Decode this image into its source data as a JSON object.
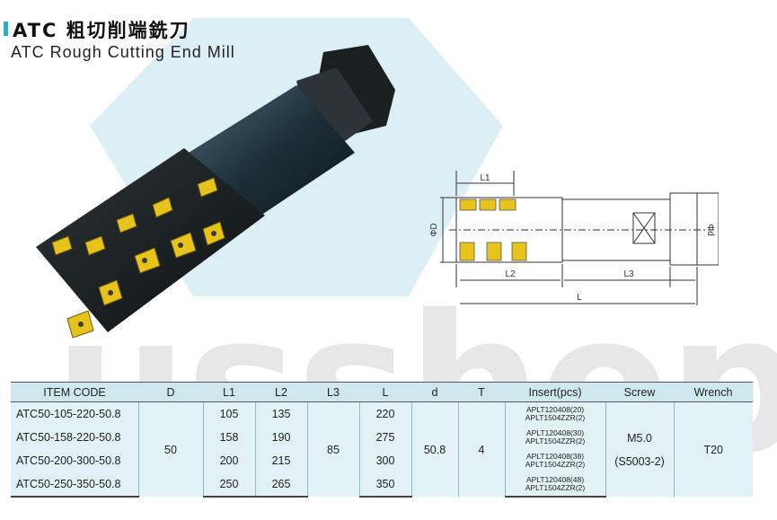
{
  "header": {
    "title_cn": "ATC 粗切削端銑刀",
    "title_en": "ATC Rough Cutting End Mill"
  },
  "watermark": "usshop",
  "diagram": {
    "dims": {
      "L1": "L1",
      "L2": "L2",
      "L3": "L3",
      "L": "L",
      "D": "ΦD",
      "d": "Φd"
    }
  },
  "table": {
    "headers": [
      "ITEM CODE",
      "D",
      "L1",
      "L2",
      "L3",
      "L",
      "d",
      "T",
      "Insert(pcs)",
      "Screw",
      "Wrench"
    ],
    "rows": [
      {
        "code": "ATC50-105-220-50.8",
        "L1": "105",
        "L2": "135",
        "L": "220",
        "insert_a": "APLT120408(20)",
        "insert_b": "APLT1504ZZR(2)"
      },
      {
        "code": "ATC50-158-220-50.8",
        "L1": "158",
        "L2": "190",
        "L": "275",
        "insert_a": "APLT120408(30)",
        "insert_b": "APLT1504ZZR(2)"
      },
      {
        "code": "ATC50-200-300-50.8",
        "L1": "200",
        "L2": "215",
        "L": "300",
        "insert_a": "APLT120408(38)",
        "insert_b": "APLT1504ZZR(2)"
      },
      {
        "code": "ATC50-250-350-50.8",
        "L1": "250",
        "L2": "265",
        "L": "350",
        "insert_a": "APLT120408(48)",
        "insert_b": "APLT1504ZZR(2)"
      }
    ],
    "shared": {
      "D": "50",
      "L3": "85",
      "d": "50.8",
      "T": "4",
      "screw_1": "M5.0",
      "screw_2": "(S5003-2)",
      "wrench": "T20"
    }
  },
  "colors": {
    "accent": "#2bb0c8",
    "table_header": "#cfe8ee",
    "table_body": "#e2f1f5",
    "bg_diamond": "#d9eef4"
  }
}
